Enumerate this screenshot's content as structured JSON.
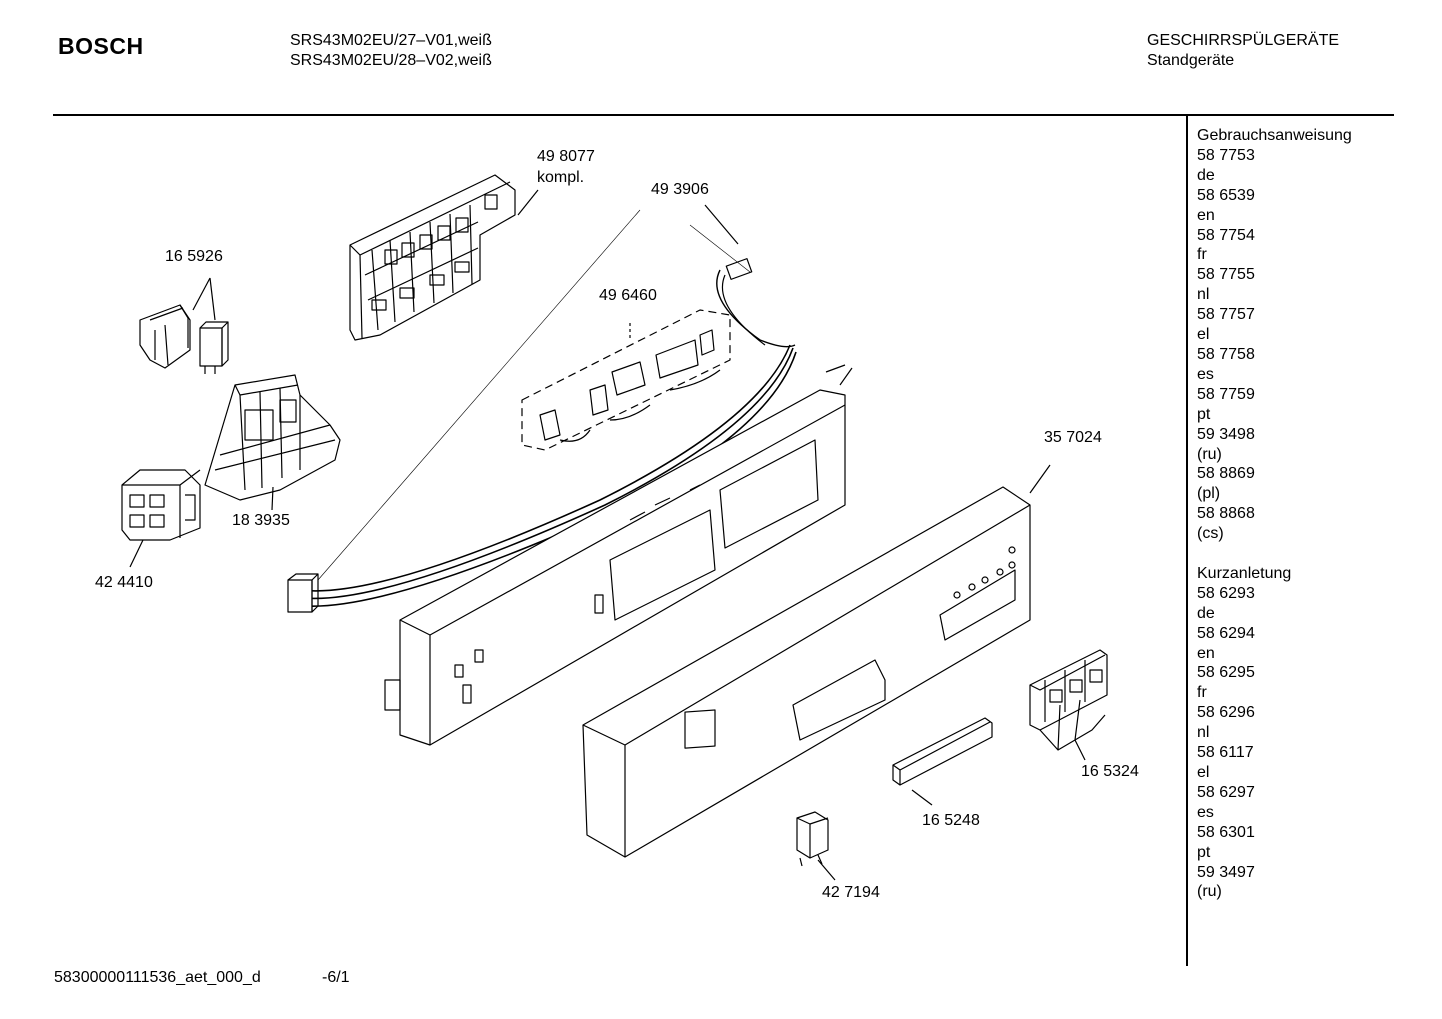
{
  "header": {
    "brand": "BOSCH",
    "models": [
      "SRS43M02EU/27–V01,weiß",
      "SRS43M02EU/28–V02,weiß"
    ],
    "category": "GESCHIRRSPÜLGERÄTE",
    "subcategory": "Standgeräte"
  },
  "parts": [
    {
      "id": "part-498077",
      "number": "49 8077",
      "note": "kompl."
    },
    {
      "id": "part-493906",
      "number": "49 3906"
    },
    {
      "id": "part-165926",
      "number": "16 5926"
    },
    {
      "id": "part-496460",
      "number": "49 6460"
    },
    {
      "id": "part-183935",
      "number": "18 3935"
    },
    {
      "id": "part-424410",
      "number": "42 4410"
    },
    {
      "id": "part-357024",
      "number": "35 7024"
    },
    {
      "id": "part-165324",
      "number": "16 5324"
    },
    {
      "id": "part-165248",
      "number": "16 5248"
    },
    {
      "id": "part-427194",
      "number": "42 7194"
    }
  ],
  "documents": {
    "manual_title": "Gebrauchsanweisung",
    "manual": [
      {
        "number": "58 7753",
        "lang": "de"
      },
      {
        "number": "58 6539",
        "lang": "en"
      },
      {
        "number": "58 7754",
        "lang": "fr"
      },
      {
        "number": "58 7755",
        "lang": "nl"
      },
      {
        "number": "58 7757",
        "lang": "el"
      },
      {
        "number": "58 7758",
        "lang": "es"
      },
      {
        "number": "58 7759",
        "lang": "pt"
      },
      {
        "number": "59 3498",
        "lang": "(ru)"
      },
      {
        "number": "58 8869",
        "lang": "(pl)"
      },
      {
        "number": "58 8868",
        "lang": "(cs)"
      }
    ],
    "short_title": "Kurzanletung",
    "short": [
      {
        "number": "58 6293",
        "lang": "de"
      },
      {
        "number": "58 6294",
        "lang": "en"
      },
      {
        "number": "58 6295",
        "lang": "fr"
      },
      {
        "number": "58 6296",
        "lang": "nl"
      },
      {
        "number": "58 6117",
        "lang": "el"
      },
      {
        "number": "58 6297",
        "lang": "es"
      },
      {
        "number": "58 6301",
        "lang": "pt"
      },
      {
        "number": "59 3497",
        "lang": "(ru)"
      }
    ]
  },
  "footer": {
    "doc_id": "58300000111536_aet_000_d",
    "page": "-6/1"
  }
}
